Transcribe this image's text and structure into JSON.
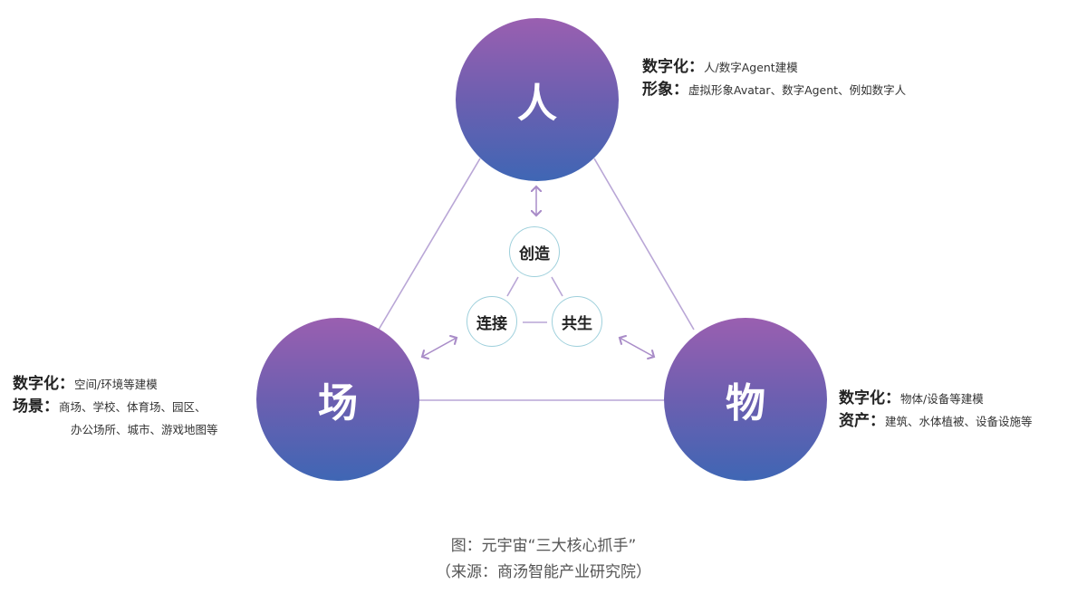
{
  "diagram": {
    "title": "元宇宙“三大核心抓手”",
    "nodes": {
      "person": {
        "label": "人"
      },
      "scene": {
        "label": "场"
      },
      "object": {
        "label": "物"
      }
    },
    "center_nodes": {
      "create": {
        "label": "创造"
      },
      "connect": {
        "label": "连接"
      },
      "coexist": {
        "label": "共生"
      }
    },
    "descriptions": {
      "person": {
        "line1_key": "数字化：",
        "line1_val": "人/数字Agent建模",
        "line2_key": "形象：",
        "line2_val": "虚拟形象Avatar、数字Agent、例如数字人"
      },
      "scene": {
        "line1_key": "数字化：",
        "line1_val": "空间/环境等建模",
        "line2_key": "场景：",
        "line2_val": "商场、学校、体育场、园区、",
        "line3_val": "办公场所、城市、游戏地图等"
      },
      "object": {
        "line1_key": "数字化：",
        "line1_val": "物体/设备等建模",
        "line2_key": "资产：",
        "line2_val": "建筑、水体植被、设备设施等"
      }
    },
    "caption": {
      "line1": "图：元宇宙“三大核心抓手”",
      "line2": "（来源：商汤智能产业研究院）"
    },
    "colors": {
      "gradient_top": "#9a5fb0",
      "gradient_bottom": "#3f66b4",
      "line": "#b9a6d6",
      "arrow": "#a98cc8",
      "small_circle_border": "#9fd0dc"
    }
  }
}
